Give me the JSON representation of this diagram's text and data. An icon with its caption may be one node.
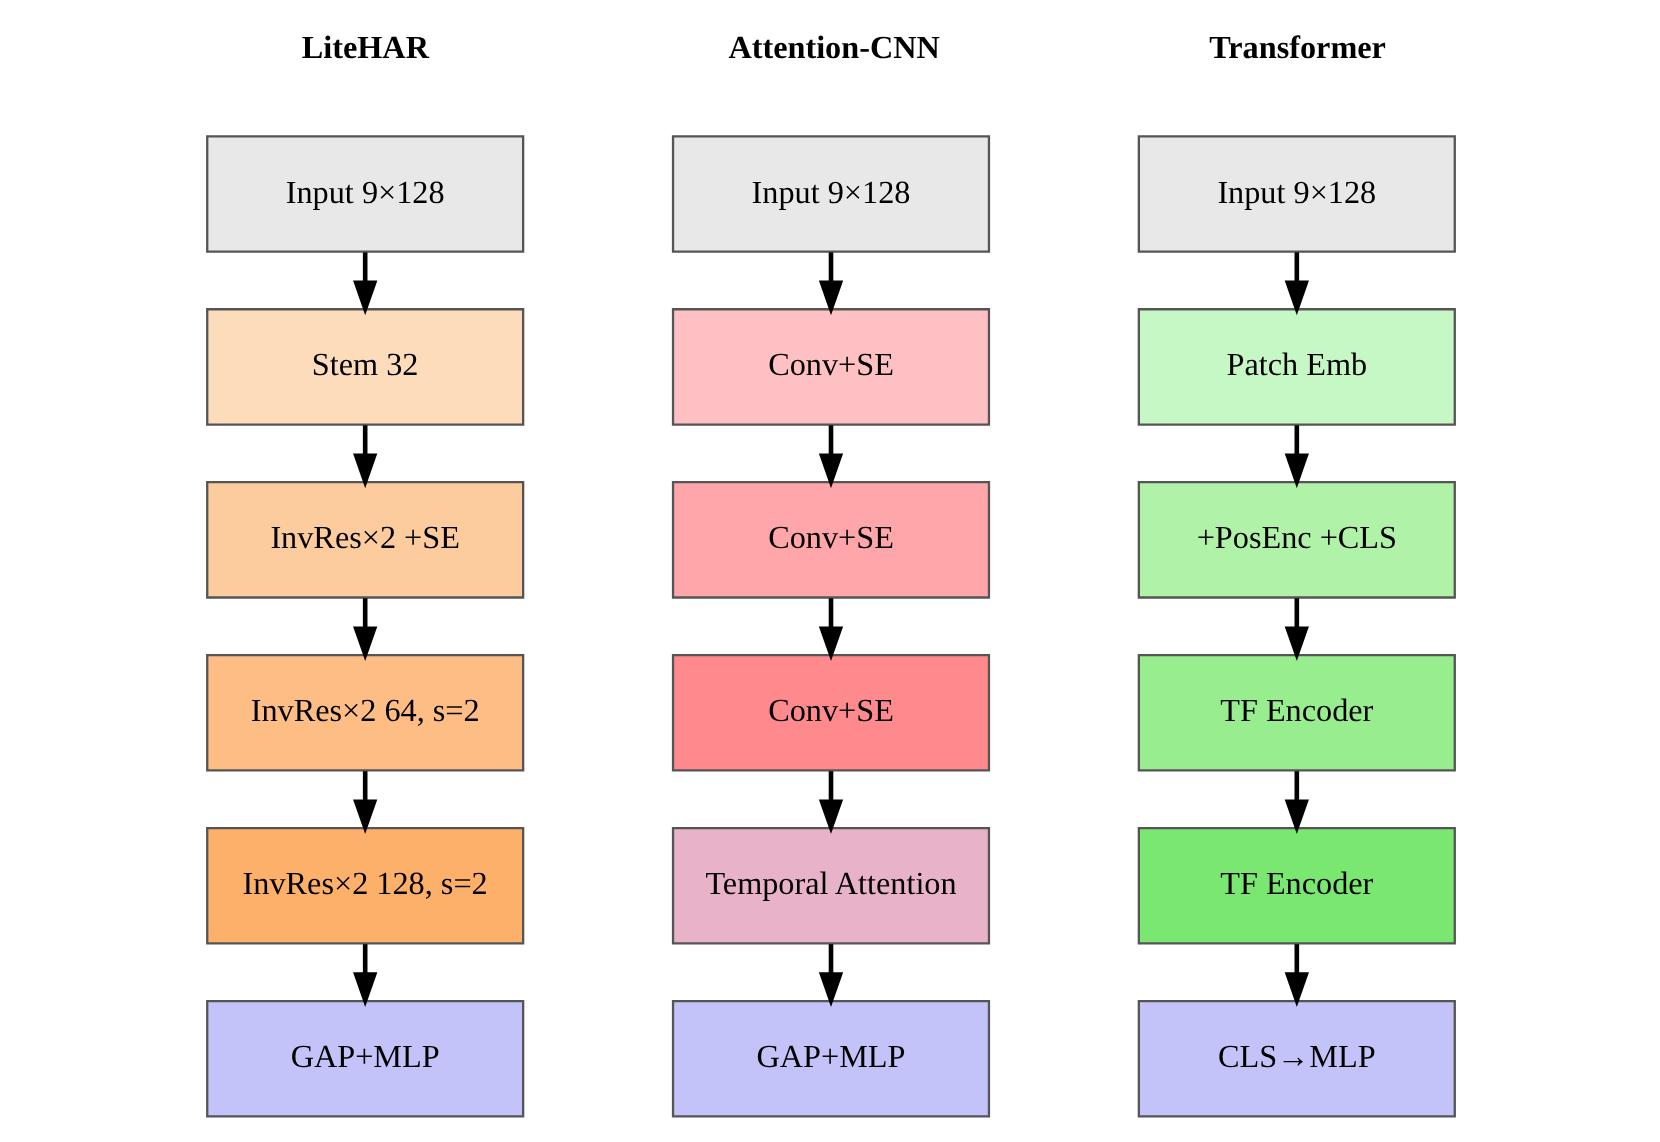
{
  "diagram": {
    "nodes": [
      {
        "text": [
          "Input 9×128"
        ]
      },
      {
        "text": [
          "Stem 32"
        ]
      },
      {
        "text": [
          "InvRes×2 +SE"
        ]
      },
      {
        "text": [
          "InvRes×2 64, s=2"
        ]
      },
      {
        "text": [
          "InvRes×2 128, s=2"
        ]
      },
      {
        "text": [
          "GAP+MLP"
        ]
      },
      {
        "text": [
          "Input 9×128"
        ]
      },
      {
        "text": [
          "Conv+SE"
        ]
      },
      {
        "text": [
          "Conv+SE"
        ]
      },
      {
        "text": [
          "Conv+SE"
        ]
      },
      {
        "text": [
          "Temporal Attention"
        ]
      },
      {
        "text": [
          "GAP+MLP"
        ]
      },
      {
        "text": [
          "Input 9×128"
        ]
      },
      {
        "text": [
          "Patch Emb"
        ]
      },
      {
        "text": [
          "+PosEnc +CLS"
        ]
      },
      {
        "text": [
          "TF Encoder"
        ]
      },
      {
        "text": [
          "TF Encoder"
        ]
      },
      {
        "text": [
          "CLS→MLP"
        ]
      }
    ],
    "edges": [
      {
        "from": 0,
        "to": 1,
        "arrow": "to"
      },
      {
        "from": 1,
        "to": 2,
        "arrow": "to"
      },
      {
        "from": 2,
        "to": 3,
        "arrow": "to"
      },
      {
        "from": 3,
        "to": 4,
        "arrow": "to"
      },
      {
        "from": 4,
        "to": 5,
        "arrow": "to"
      },
      {
        "from": 6,
        "to": 7,
        "arrow": "to"
      },
      {
        "from": 7,
        "to": 8,
        "arrow": "to"
      },
      {
        "from": 8,
        "to": 9,
        "arrow": "to"
      },
      {
        "from": 9,
        "to": 10,
        "arrow": "to"
      },
      {
        "from": 10,
        "to": 11,
        "arrow": "to"
      },
      {
        "from": 12,
        "to": 13,
        "arrow": "to"
      },
      {
        "from": 13,
        "to": 14,
        "arrow": "to"
      },
      {
        "from": 14,
        "to": 15,
        "arrow": "to"
      },
      {
        "from": 15,
        "to": 16,
        "arrow": "to"
      },
      {
        "from": 16,
        "to": 17,
        "arrow": "to"
      }
    ],
    "labels": [
      "LiteHAR",
      "Attention-CNN",
      "Transformer"
    ]
  }
}
